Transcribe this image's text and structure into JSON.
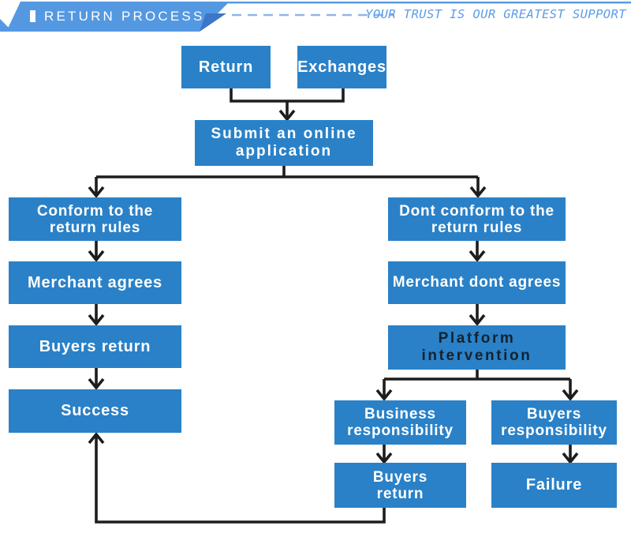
{
  "header": {
    "title": "RETURN PROCESS",
    "tagline": "YOUR TRUST IS OUR GREATEST SUPPORT"
  },
  "colors": {
    "box-blue": "#2a81c7",
    "arrow": "#1d1d1d",
    "banner": "#5598e2",
    "fold": "#3b76c8",
    "dash": "#8cb8ec",
    "tagline": "#5b9ce8",
    "dark-text": "#15222f"
  },
  "flowchart": {
    "nodes": {
      "return": "Return",
      "exchanges": "Exchanges",
      "submit": "Submit an online\napplication",
      "conform": "Conform to the\nreturn rules",
      "merchant_agrees": "Merchant agrees",
      "buyers_return": "Buyers return",
      "success": "Success",
      "dont_conform": "Dont conform to the\nreturn rules",
      "merchant_dont_agrees": "Merchant dont agrees",
      "platform": "Platform\nintervention",
      "business_resp": "Business\nresponsibility",
      "buyers_resp": "Buyers\nresponsibility",
      "buyers_return_2": "Buyers\nreturn",
      "failure": "Failure"
    }
  }
}
